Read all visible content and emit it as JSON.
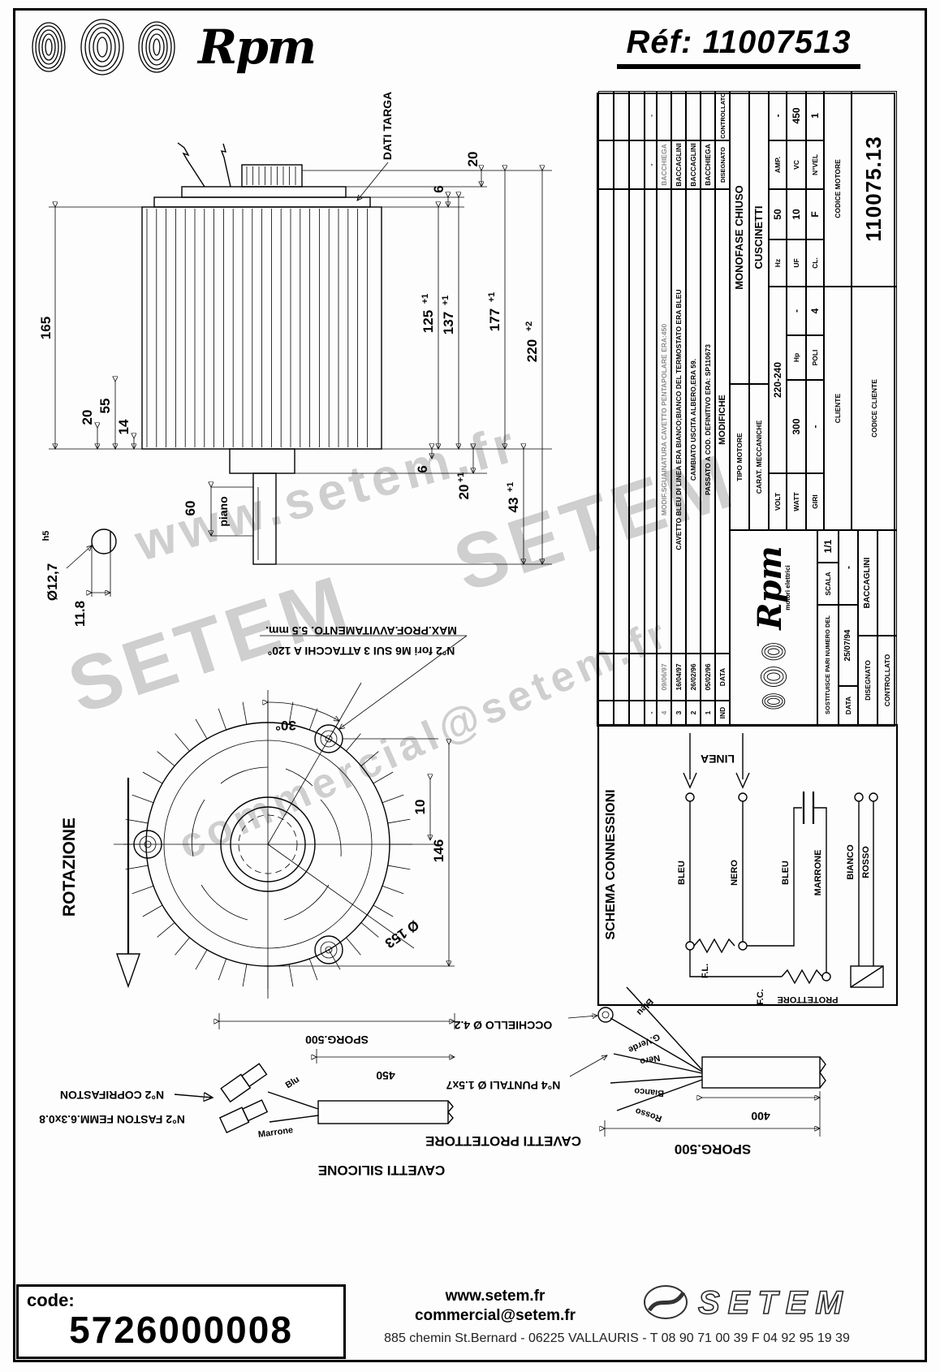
{
  "header": {
    "brand": "Rpm",
    "ref_label": "Réf:",
    "ref_value": "11007513"
  },
  "watermarks": {
    "w1": "www.setem.fr",
    "w2": "SETEM",
    "w3": "SETEM",
    "w4": "commercial@setem.fr"
  },
  "side_view": {
    "dati_targa": "DATI TARGA",
    "d165": "165",
    "d55": "55",
    "d14": "14",
    "d20l": "20",
    "d20t": "20",
    "d6t": "6",
    "d125": "125",
    "d137": "137",
    "d177": "177",
    "d220": "220",
    "t1": "+1",
    "t2": "+2",
    "d6b": "6",
    "d20b": "20",
    "d43": "43",
    "d60": "60",
    "piano": "piano",
    "d127": "Ø12,7",
    "h5": "h5",
    "d118": "11.8"
  },
  "front_view": {
    "rotazione": "ROTAZIONE",
    "angle": "30°",
    "fori": "N°2 fori M6 SUI 3 ATTACCHI A 120°",
    "prof": "MAX.PROF.AVVITAMENTO. 5.5 mm.",
    "d10": "10",
    "d146": "146",
    "d153": "Ø 153"
  },
  "schema": {
    "title": "SCHEMA CONNESSIONI",
    "linea": "LINEA",
    "bleu1": "BLEU",
    "nero": "NERO",
    "bleu2": "BLEU",
    "marrone": "MARRONE",
    "bianco": "BIANCO",
    "rosso": "ROSSO",
    "fl": "F.L.",
    "fc": "F.C.",
    "protettore": "PROTETTORE"
  },
  "title_block": {
    "revisions": [
      {
        "ind": "-",
        "date": "",
        "text": "",
        "by": "-",
        "ctrl": "-"
      },
      {
        "ind": "4",
        "date": "09/06/97",
        "text": "MODIF.SGUAINATURA CAVETTO PENTAPOLARE ERA:450",
        "by": "BACCHIEGA",
        "ctrl": ""
      },
      {
        "ind": "3",
        "date": "16/04/97",
        "text": "CAVETTO BLEU DI LINEA ERA BIANCO;BIANCO DEL TERMOSTATO ERA BLEU",
        "by": "BACCAGLINI",
        "ctrl": ""
      },
      {
        "ind": "2",
        "date": "26/02/96",
        "text": "CAMBIATO USCITA ALBERO,ERA 59.",
        "by": "BACCAGLINI",
        "ctrl": ""
      },
      {
        "ind": "1",
        "date": "05/02/96",
        "text": "PASSATO A COD. DEFINITIVO ERA: SP110673",
        "by": "BACCHIEGA",
        "ctrl": ""
      }
    ],
    "rev_header": {
      "ind": "IND",
      "date": "DATA",
      "text": "MODIFICHE",
      "by": "DISEGNATO",
      "ctrl": "CONTROLLATO"
    },
    "logo": {
      "brand": "Rpm",
      "sub": "motori elettrici"
    },
    "fields": {
      "tipo_label": "TIPO MOTORE",
      "tipo": "MONOFASE CHIUSO",
      "carat_label": "CARAT. MECCANICHE",
      "carat": "CUSCINETTI",
      "volt_label": "VOLT",
      "volt": "220-240",
      "watt_label": "WATT",
      "watt": "300",
      "giri_label": "GIRI",
      "giri": "-",
      "hp_label": "Hp",
      "hp": "-",
      "poli_label": "POLI",
      "poli": "4",
      "hz_label": "Hz",
      "hz": "50",
      "uf_label": "UF",
      "uf": "10",
      "cl_label": "CL.",
      "cl": "F",
      "amp_label": "AMP.",
      "amp": "-",
      "vc_label": "VC",
      "vc": "450",
      "nvel_label": "N°VEL",
      "nvel": "1",
      "cliente_label": "CLIENTE",
      "codice_cliente_label": "CODICE CLIENTE",
      "codice_motore_label": "CODICE MOTORE",
      "codice_motore": "110075.13"
    },
    "footer": {
      "sost_label": "SOSTITUISCE PARI NUMERO DEL",
      "sost": "-",
      "scala_label": "SCALA",
      "scala": "1/1",
      "data_label": "DATA",
      "data": "25/07/94",
      "disegnato_label": "DISEGNATO",
      "disegnato": "BACCAGLINI",
      "controllato_label": "CONTROLLATO",
      "controllato": ""
    }
  },
  "cables": {
    "sporg1": "SPORG.500",
    "d450": "450",
    "blu": "Blu",
    "marrone": "Marrone",
    "coprifaston": "N°2 COPRIFASTON",
    "faston": "N°2 FASTON FEMM.6.3x0.8",
    "cavetti_silicone": "CAVETTI SILICONE",
    "occhiello": "OCCHIELLO Ø 4.2",
    "puntali": "N°4 PUNTALI Ø 1.5x7",
    "cavetti_protettore": "CAVETTI PROTETTORE",
    "d400": "400",
    "sporg2": "SPORG.500",
    "wire_bleu": "Bleu",
    "wire_gverde": "G.Verde",
    "wire_nero": "Nero",
    "wire_bianco": "Bianco",
    "wire_rosso": "Rosso"
  },
  "footer": {
    "code_label": "code:",
    "code_value": "5726000008",
    "site": "www.setem.fr",
    "email": "commercial@setem.fr",
    "logo": "SETEM",
    "address": "885 chemin St.Bernard  -  06225 VALLAURIS  -  T 08 90 71 00 39   F 04 92 95 19 39"
  }
}
